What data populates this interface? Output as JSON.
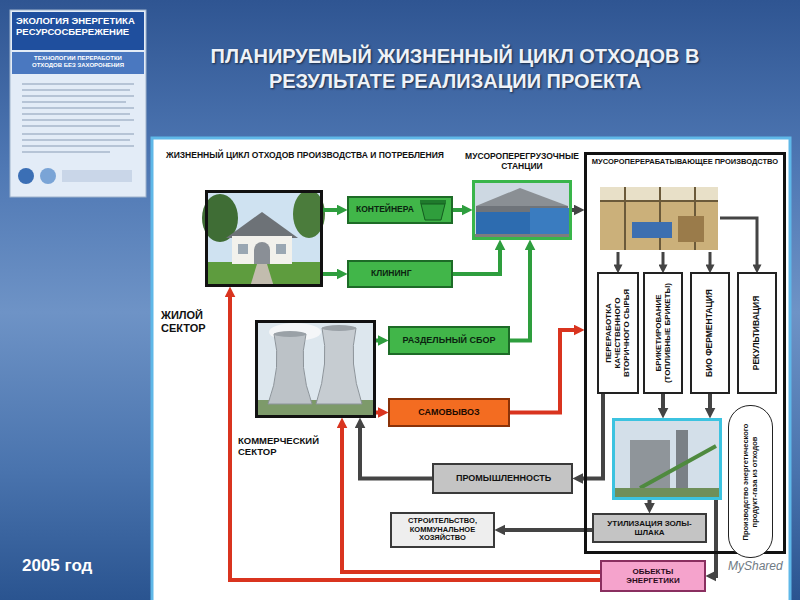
{
  "diagram": {
    "title": "ПЛАНИРУЕМЫЙ ЖИЗНЕННЫЙ ЦИКЛ ОТХОДОВ В РЕЗУЛЬТАТЕ РЕАЛИЗАЦИИ ПРОЕКТА",
    "nodes": [
      {
        "text": [
          "ЖИЛОЙ СЕКТОР"
        ]
      },
      {
        "text": [
          "КОНТЕЙНЕРА"
        ]
      },
      {
        "text": [
          "КЛИНИНГ"
        ]
      },
      {
        "text": [
          "МУСОРОПЕРЕГРУЗОЧНЫЕ СТАНЦИИ"
        ]
      },
      {
        "text": [
          "МУСОРОПЕРЕРАБАТЫВАЮЩЕЕ ПРОИЗВОДСТВО"
        ]
      },
      {
        "text": [
          "ПЕРЕРАБОТКА КАЧЕСТВЕННОГО ВТОРИЧНОГО СЫРЬЯ"
        ],
        "in": 4
      },
      {
        "text": [
          "БРИКЕТИРОВАНИЕ (ТОПЛИВНЫЕ БРИКЕТЫ)"
        ],
        "in": 4
      },
      {
        "text": [
          "БИО ФЕРМЕНТАЦИЯ"
        ],
        "in": 4
      },
      {
        "text": [
          "РЕКУЛЬТИВАЦИЯ"
        ],
        "in": 4
      },
      {
        "text": [
          "КОММЕРЧЕСКИЙ СЕКТОР"
        ]
      },
      {
        "text": [
          "РАЗДЕЛЬНЫЙ СБОР"
        ]
      },
      {
        "text": [
          "САМОВЫВОЗ"
        ]
      },
      {
        "text": [
          "Производство энергетического продукт-газа из отходов"
        ],
        "in": 4
      },
      {
        "text": [
          "ПРОМЫШЛЕННОСТЬ"
        ]
      },
      {
        "text": [
          "СТРОИТЕЛЬСТВО, КОММУНАЛЬНОЕ ХОЗЯЙСТВО"
        ]
      },
      {
        "text": [
          "УТИЛИЗАЦИЯ ЗОЛЫ-ШЛАКА"
        ],
        "in": 4
      },
      {
        "text": [
          "ОБЬЕКТЫ ЭНЕРГЕТИКИ"
        ]
      }
    ],
    "edges": [
      {
        "from": 0,
        "to": 1,
        "arrow": "to"
      },
      {
        "from": 0,
        "to": 2,
        "arrow": "to"
      },
      {
        "from": 1,
        "to": 3,
        "arrow": "to"
      },
      {
        "from": 2,
        "to": 3,
        "arrow": "to"
      },
      {
        "from": 9,
        "to": 10,
        "arrow": "to"
      },
      {
        "from": 9,
        "to": 11,
        "arrow": "to"
      },
      {
        "from": 10,
        "to": 3,
        "arrow": "to"
      },
      {
        "from": 11,
        "to": 4,
        "arrow": "to"
      },
      {
        "from": 3,
        "to": 4,
        "arrow": "to"
      },
      {
        "from": 5,
        "to": 13,
        "arrow": "to"
      },
      {
        "from": 6,
        "to": 12,
        "arrow": "to"
      },
      {
        "from": 7,
        "to": 12,
        "arrow": "to"
      },
      {
        "from": 13,
        "to": 9,
        "arrow": "to"
      },
      {
        "from": 12,
        "to": 15,
        "arrow": "to"
      },
      {
        "from": 15,
        "to": 14,
        "arrow": "to"
      },
      {
        "from": 12,
        "to": 16,
        "arrow": "to"
      },
      {
        "from": 16,
        "to": 0,
        "arrow": "to"
      },
      {
        "from": 16,
        "to": 9,
        "arrow": "to"
      }
    ],
    "labels": [
      "ЭКОЛОГИЯ ЭНЕРГЕТИКА РЕСУРСОСБЕРЕЖЕНИЕ",
      "ТЕХНОЛОГИИ ПЕРЕРАБОТКИ ОТХОДОВ БЕЗ ЗАХОРОНЕНИЯ",
      "ЖИЗНЕННЫЙ ЦИКЛ ОТХОДОВ ПРОИЗВОДСТВА И ПОТРЕБЛЕНИЯ",
      "2005 год",
      "MyShared"
    ]
  }
}
